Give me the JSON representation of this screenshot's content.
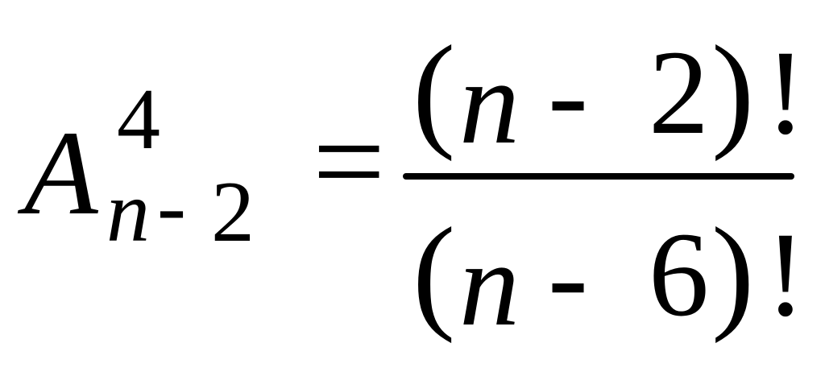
{
  "formula": {
    "lhs": {
      "base": "A",
      "superscript": "4",
      "subscript_var": "n",
      "subscript_op": "-",
      "subscript_num": "2"
    },
    "equals": "=",
    "numerator": {
      "open": "(",
      "var": "n",
      "op": "-",
      "num": "2",
      "close": ")",
      "factorial": "!"
    },
    "denominator": {
      "open": "(",
      "var": "n",
      "op": "-",
      "num": "6",
      "close": ")",
      "factorial": "!"
    }
  }
}
